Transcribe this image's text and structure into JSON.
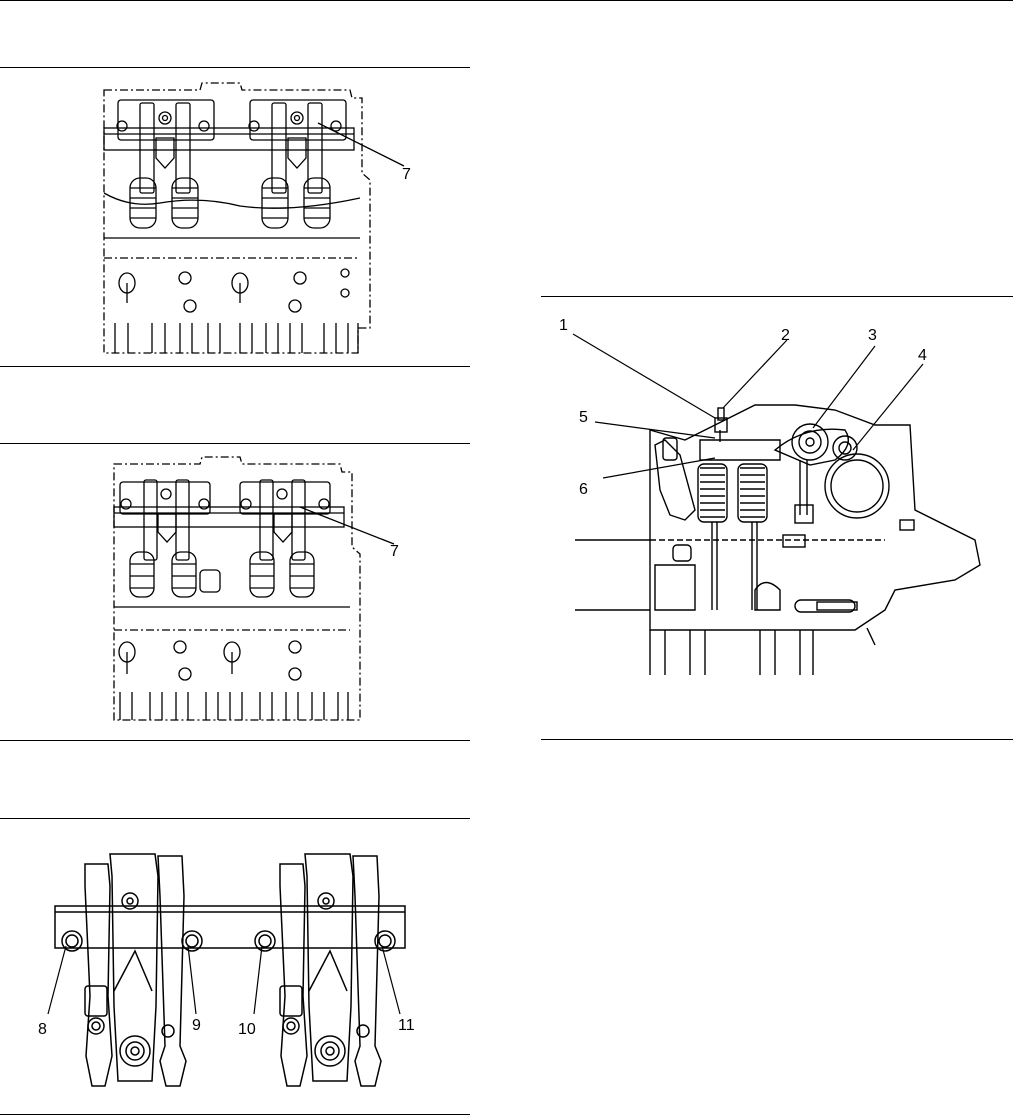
{
  "figures": [
    {
      "callouts": [
        "7"
      ]
    },
    {
      "callouts": [
        "7"
      ]
    },
    {
      "callouts": [
        "8",
        "9",
        "10",
        "11"
      ]
    },
    {
      "callouts": [
        "1",
        "2",
        "3",
        "4",
        "5",
        "6"
      ]
    }
  ]
}
